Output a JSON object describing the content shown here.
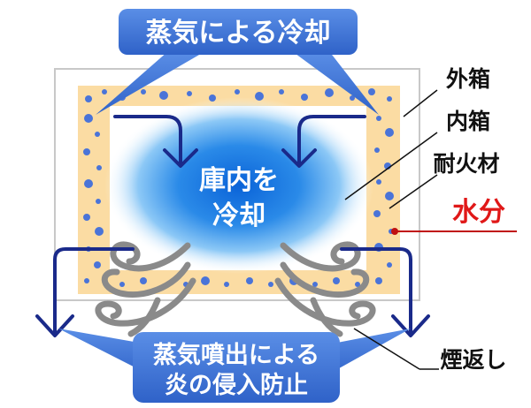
{
  "top_callout": {
    "text": "蒸気による冷却",
    "color": "#3a6fd0"
  },
  "center_label": {
    "line1": "庫内を",
    "line2": "冷却"
  },
  "bottom_callout": {
    "line1": "蒸気噴出による",
    "line2": "炎の侵入防止",
    "color": "#3a6fd0"
  },
  "labels": {
    "outer_box": "外箱",
    "inner_box": "内箱",
    "insulation": "耐火材",
    "moisture": "水分",
    "smoke_return": "煙返し"
  },
  "colors": {
    "insulation_fill": "#fbdca3",
    "water_dot": "#4a74d8",
    "arrow": "#1a2a8a",
    "smoke": "#8a8a8a",
    "moisture_text": "#e01818",
    "moisture_line": "#c01010",
    "center_glow": "#2a8ae8"
  }
}
